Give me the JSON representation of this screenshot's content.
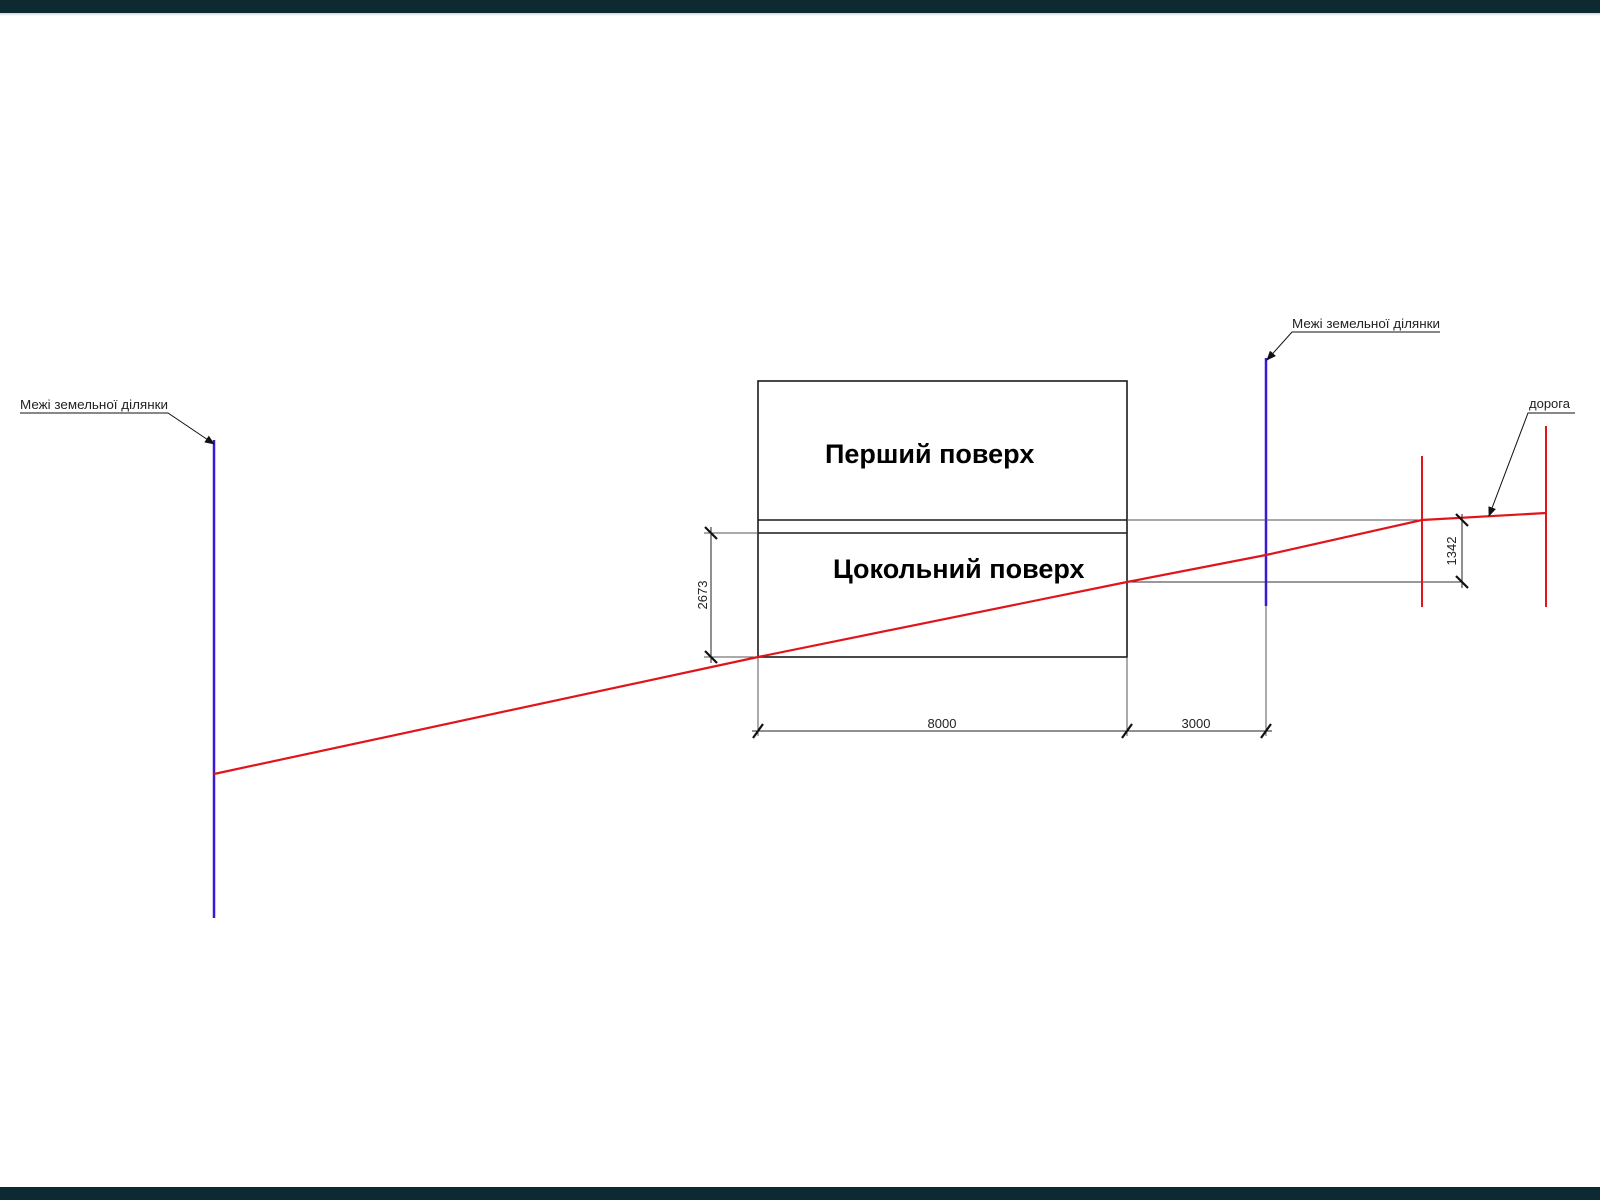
{
  "labels": {
    "boundary_left": "Межі земельної ділянки",
    "boundary_right": "Межі земельної ділянки",
    "road": "дорога",
    "floor_first": "Перший поверх",
    "floor_basement": "Цокольний поверх"
  },
  "dimensions": {
    "building_width": "8000",
    "setback": "3000",
    "basement_height": "2673",
    "road_level_diff": "1342"
  },
  "colors": {
    "boundary_line": "#3a18d6",
    "ground_line": "#e0151b",
    "outline": "#1a1a1a",
    "frame_bar": "#0d2a33"
  }
}
